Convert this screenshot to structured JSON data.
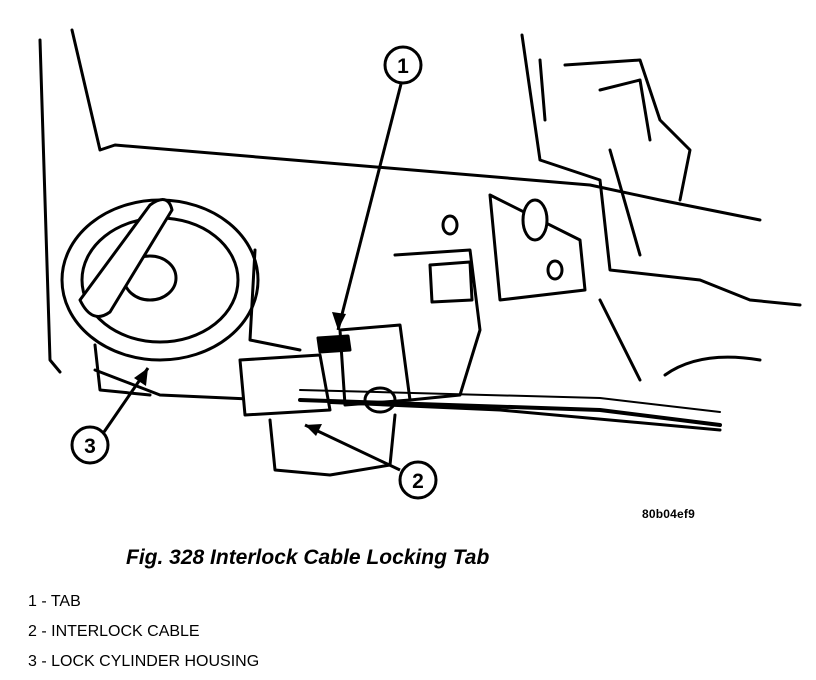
{
  "figure": {
    "code": "80b04ef9",
    "caption": "Fig. 328 Interlock Cable Locking Tab",
    "callouts": [
      "1",
      "2",
      "3"
    ],
    "legend": [
      "1 - TAB",
      "2 - INTERLOCK CABLE",
      "3 - LOCK CYLINDER HOUSING"
    ]
  }
}
